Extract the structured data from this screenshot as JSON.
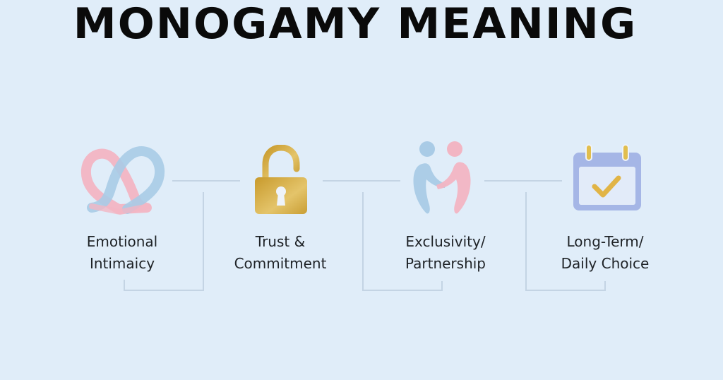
{
  "title": "MONOGAMY MEANING",
  "colors": {
    "background": "#E0EDF9",
    "title": "#0A0A0A",
    "connector": "#C4D4E4",
    "pink": "#F2B5C3",
    "blue": "#A9CBE6",
    "gold": "#D4A935",
    "calendar": "#A5B6E6"
  },
  "steps": [
    {
      "icon": "interlocked-hearts-icon",
      "line1": "Emotional",
      "line2": "Intimaicy"
    },
    {
      "icon": "open-padlock-icon",
      "line1": "Trust &",
      "line2": "Commitment"
    },
    {
      "icon": "holding-hands-couple-icon",
      "line1": "Exclusivity/",
      "line2": "Partnership"
    },
    {
      "icon": "calendar-check-icon",
      "line1": "Long-Term/",
      "line2": "Daily Choice"
    }
  ]
}
